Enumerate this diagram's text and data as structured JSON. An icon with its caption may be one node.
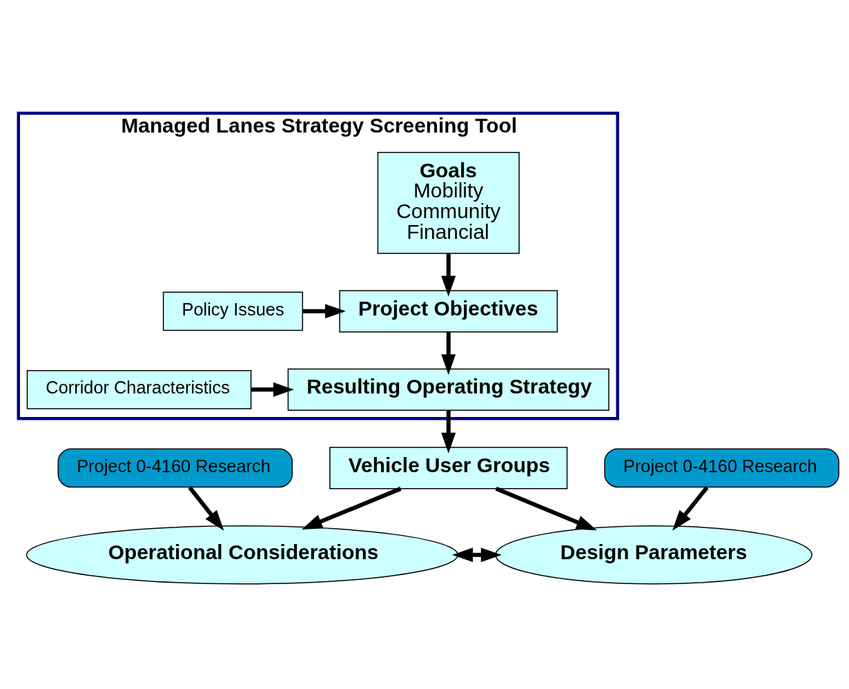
{
  "diagram": {
    "nodes": [
      {
        "text": [
          "Managed Lanes Strategy Screening Tool"
        ]
      },
      {
        "text": [
          "Goals",
          "Mobility",
          "Community",
          "Financial"
        ],
        "in": 0
      },
      {
        "text": [
          "Project Objectives"
        ],
        "in": 0
      },
      {
        "text": [
          "Policy Issues"
        ],
        "in": 0
      },
      {
        "text": [
          "Corridor Characteristics"
        ],
        "in": 0
      },
      {
        "text": [
          "Resulting Operating Strategy"
        ],
        "in": 0
      },
      {
        "text": [
          "Project 0-4160 Research"
        ]
      },
      {
        "text": [
          "Vehicle User Groups"
        ]
      },
      {
        "text": [
          "Project 0-4160 Research"
        ]
      },
      {
        "text": [
          "Operational Considerations"
        ]
      },
      {
        "text": [
          "Design Parameters"
        ]
      }
    ],
    "edges": [
      {
        "from": 1,
        "to": 2,
        "arrow": "to"
      },
      {
        "from": 3,
        "to": 2,
        "arrow": "to"
      },
      {
        "from": 2,
        "to": 5,
        "arrow": "to"
      },
      {
        "from": 4,
        "to": 5,
        "arrow": "to"
      },
      {
        "from": 5,
        "to": 7,
        "arrow": "to"
      },
      {
        "from": 7,
        "to": 9,
        "arrow": "to"
      },
      {
        "from": 7,
        "to": 10,
        "arrow": "to"
      },
      {
        "from": 6,
        "to": 9,
        "arrow": "to"
      },
      {
        "from": 8,
        "to": 10,
        "arrow": "to"
      },
      {
        "from": 9,
        "to": 10,
        "arrow": "both"
      }
    ]
  }
}
